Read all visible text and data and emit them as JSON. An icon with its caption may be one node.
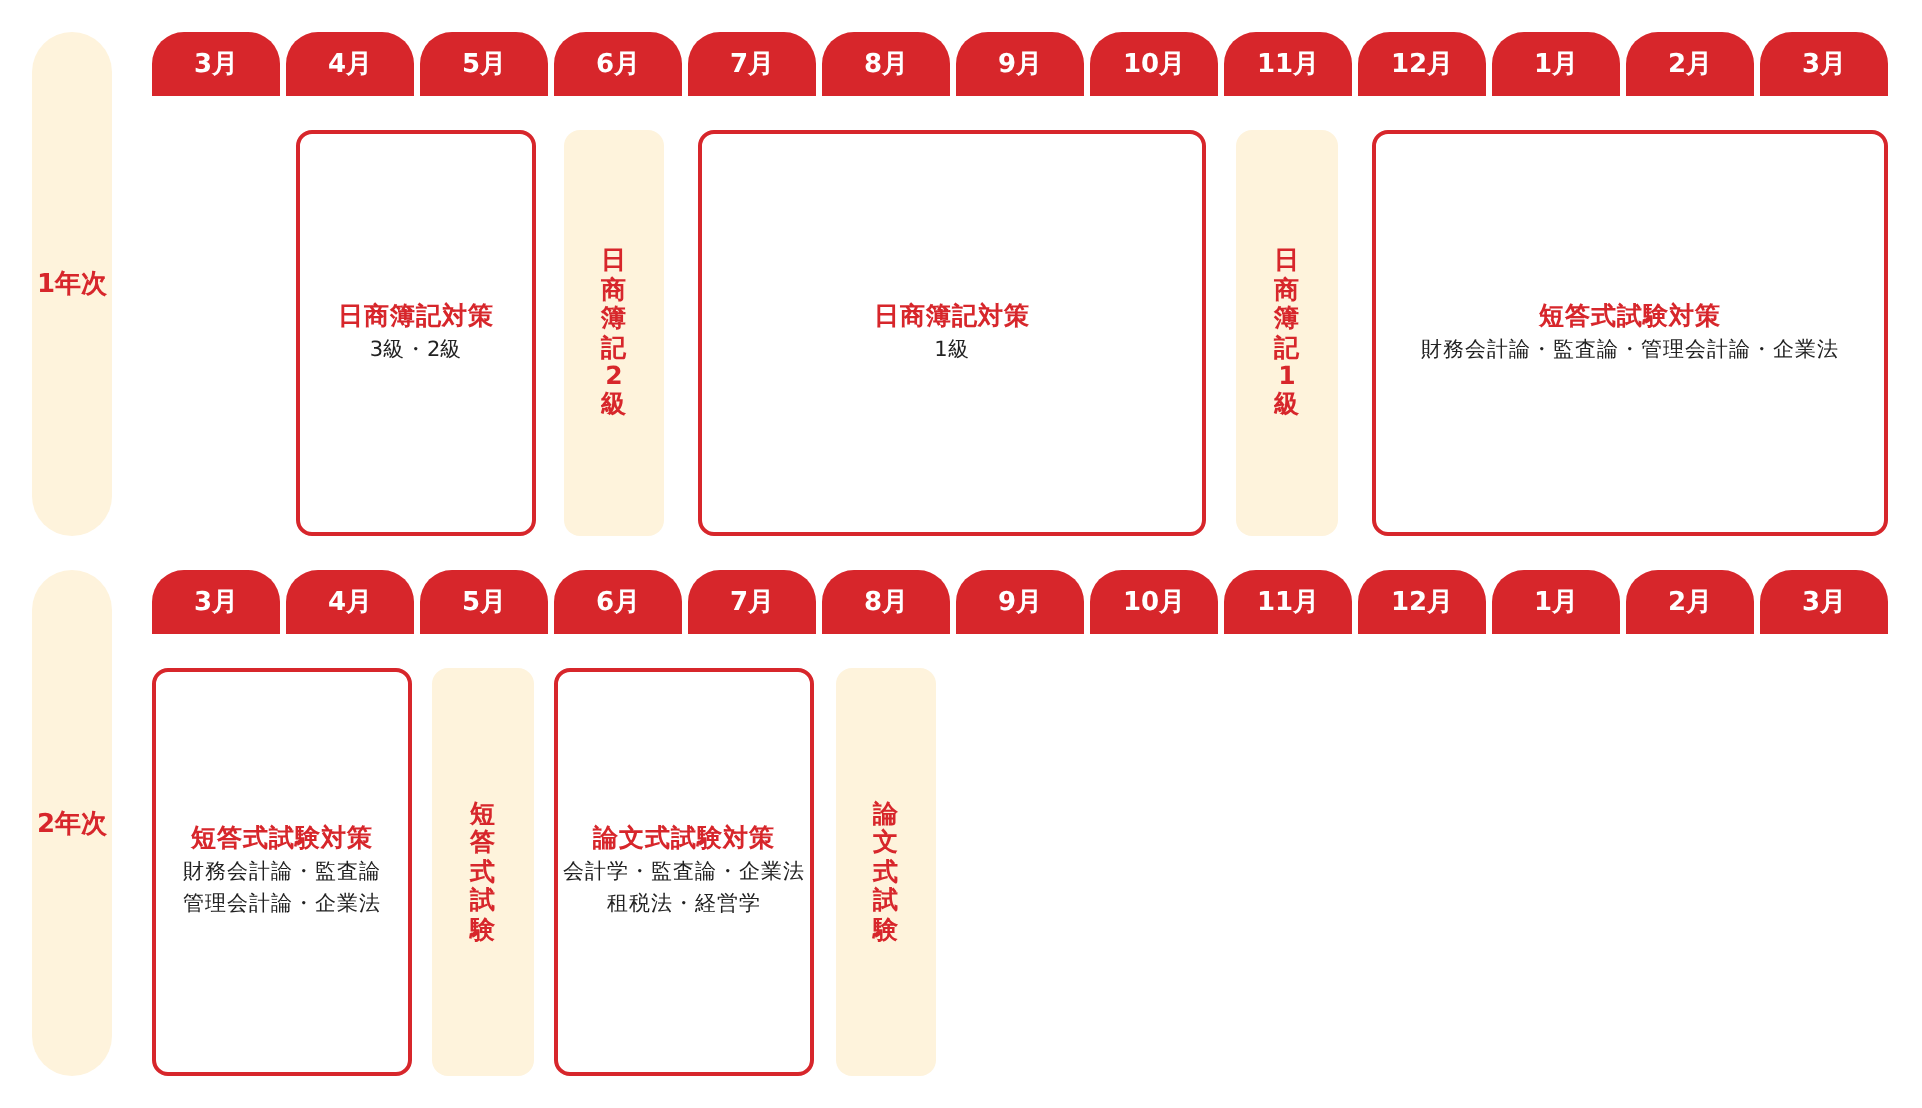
{
  "diagram": {
    "nodes": [
      {
        "text": [
          "1年次"
        ]
      },
      {
        "text": [
          "3月"
        ]
      },
      {
        "text": [
          "4月"
        ]
      },
      {
        "text": [
          "5月"
        ]
      },
      {
        "text": [
          "6月"
        ]
      },
      {
        "text": [
          "7月"
        ]
      },
      {
        "text": [
          "8月"
        ]
      },
      {
        "text": [
          "9月"
        ]
      },
      {
        "text": [
          "10月"
        ]
      },
      {
        "text": [
          "11月"
        ]
      },
      {
        "text": [
          "12月"
        ]
      },
      {
        "text": [
          "1月"
        ]
      },
      {
        "text": [
          "2月"
        ]
      },
      {
        "text": [
          "3月"
        ]
      },
      {
        "text": [
          "日商簿記対策",
          "3級・2級"
        ]
      },
      {
        "text": [
          "日商簿記2級"
        ]
      },
      {
        "text": [
          "日商簿記対策",
          "1級"
        ]
      },
      {
        "text": [
          "日商簿記1級"
        ]
      },
      {
        "text": [
          "短答式試験対策",
          "財務会計論・監査論・管理会計論・企業法"
        ]
      },
      {
        "text": [
          "2年次"
        ]
      },
      {
        "text": [
          "3月"
        ]
      },
      {
        "text": [
          "4月"
        ]
      },
      {
        "text": [
          "5月"
        ]
      },
      {
        "text": [
          "6月"
        ]
      },
      {
        "text": [
          "7月"
        ]
      },
      {
        "text": [
          "8月"
        ]
      },
      {
        "text": [
          "9月"
        ]
      },
      {
        "text": [
          "10月"
        ]
      },
      {
        "text": [
          "11月"
        ]
      },
      {
        "text": [
          "12月"
        ]
      },
      {
        "text": [
          "1月"
        ]
      },
      {
        "text": [
          "2月"
        ]
      },
      {
        "text": [
          "3月"
        ]
      },
      {
        "text": [
          "短答式試験対策",
          "財務会計論・監査論管理会計論・企業法"
        ]
      },
      {
        "text": [
          "短答式試験"
        ]
      },
      {
        "text": [
          "論文式試験対策",
          "会計学・監査論・企業法租税法・経営学"
        ]
      },
      {
        "text": [
          "論文式試験"
        ]
      }
    ]
  }
}
